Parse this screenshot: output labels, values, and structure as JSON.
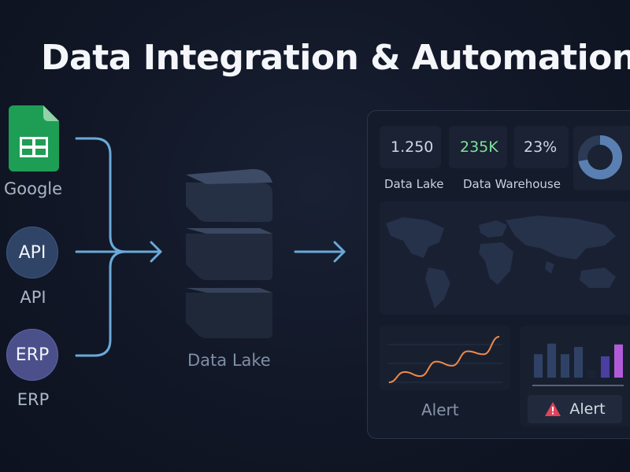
{
  "title": "Data Integration & Automation",
  "sources": {
    "google": {
      "label": "Google",
      "icon": "google-sheets-icon"
    },
    "api": {
      "badge": "API",
      "label": "API"
    },
    "erp": {
      "badge": "ERP",
      "label": "ERP"
    }
  },
  "data_lake": {
    "label": "Data Lake",
    "icon": "database-stack-icon"
  },
  "dashboard": {
    "stats": [
      {
        "value": "1.250",
        "label": "Data Lake",
        "color": "#cfd8e6"
      },
      {
        "value": "235K",
        "label": "Data Warehouse",
        "color": "#7de39a"
      },
      {
        "value": "23%",
        "label": "",
        "color": "#cfd8e6"
      }
    ],
    "donut": {
      "fraction": 0.72
    },
    "map": {
      "icon": "world-map-icon"
    },
    "line_chart": {
      "label": "Alert",
      "values": [
        1,
        2,
        1.6,
        3,
        2.6,
        4,
        3.7,
        5.4
      ],
      "color": "#f08a4b"
    },
    "bar_chart": {
      "values": [
        0.55,
        0.8,
        0.55,
        0.72,
        0.18,
        0.5,
        0.78
      ],
      "colors": [
        "#2f4266",
        "#2f4266",
        "#2f4266",
        "#2f4266",
        "#1a2233",
        "#4a3fa0",
        "#b25bd8"
      ]
    },
    "alert_button": {
      "label": "Alert",
      "icon": "warning-icon",
      "icon_color": "#e0435a"
    }
  },
  "colors": {
    "arrow": "#6aa9d8",
    "cube": "#2a3448"
  }
}
